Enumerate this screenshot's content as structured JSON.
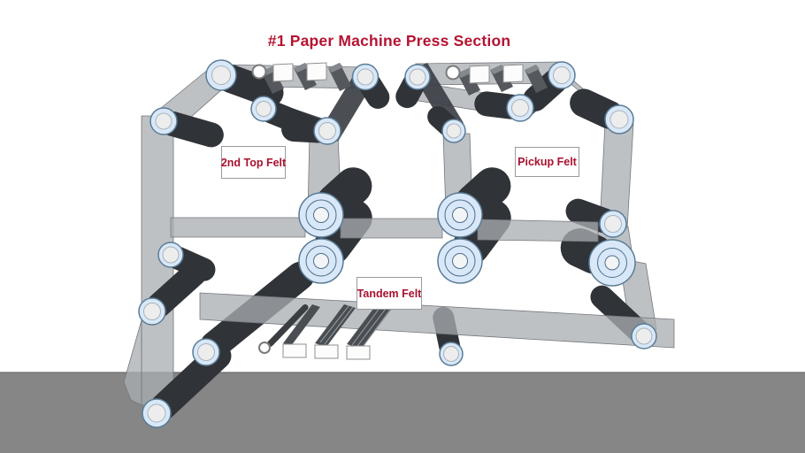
{
  "title": "#1 Paper Machine Press Section",
  "labels": {
    "second_top_felt": "2nd Top Felt",
    "pickup_felt": "Pickup Felt",
    "tandem_felt": "Tandem Felt"
  },
  "colors": {
    "background": "#ffffff",
    "title_text": "#b51332",
    "label_text": "#a81230",
    "label_border": "#9a9a9a",
    "floor": "#868686",
    "floor_edge": "#6e6e6e",
    "roller_body": "#303338",
    "roller_face": "#d8e8f8",
    "roller_cap": "#ededed",
    "felt": "#a9adb2",
    "suction_box": "#fcfcfc"
  }
}
